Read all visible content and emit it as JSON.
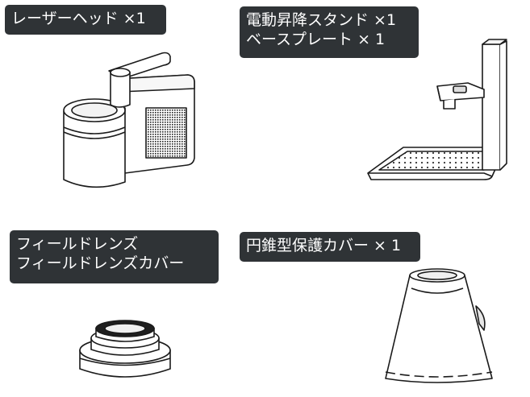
{
  "items": [
    {
      "lines": [
        "レーザーヘッド ×1"
      ]
    },
    {
      "lines": [
        "電動昇降スタンド ×1",
        "ベースプレート × 1"
      ]
    },
    {
      "lines": [
        "フィールドレンズ",
        "フィールドレンズカバー"
      ]
    },
    {
      "lines": [
        "円錐型保護カバー × 1"
      ]
    }
  ],
  "colors": {
    "label_bg": "#2f3336",
    "label_text": "#ffffff",
    "line_art": "#1a1a1a"
  },
  "icons": [
    "laser-head-illustration",
    "lift-stand-illustration",
    "field-lens-illustration",
    "cone-cover-illustration"
  ]
}
